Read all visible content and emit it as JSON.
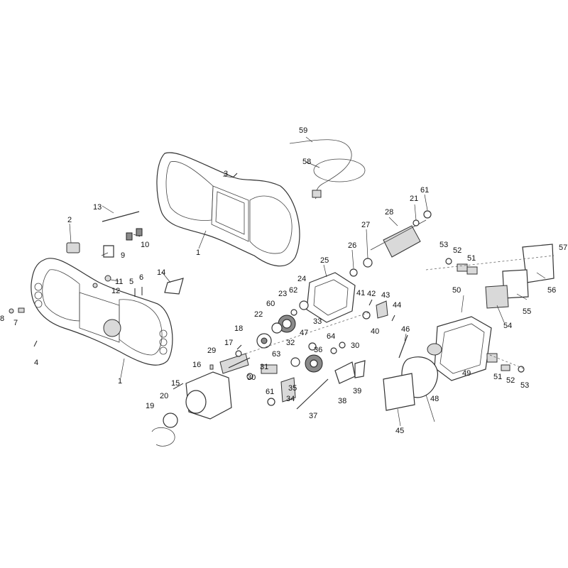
{
  "callouts": [
    {
      "id": "1",
      "text": "1"
    },
    {
      "id": "1b",
      "text": "1"
    },
    {
      "id": "2",
      "text": "2"
    },
    {
      "id": "3",
      "text": "3"
    },
    {
      "id": "4",
      "text": "4"
    },
    {
      "id": "5",
      "text": "5"
    },
    {
      "id": "6",
      "text": "6"
    },
    {
      "id": "7",
      "text": "7"
    },
    {
      "id": "8",
      "text": "8"
    },
    {
      "id": "9",
      "text": "9"
    },
    {
      "id": "10",
      "text": "10"
    },
    {
      "id": "11",
      "text": "11"
    },
    {
      "id": "12",
      "text": "12"
    },
    {
      "id": "13",
      "text": "13"
    },
    {
      "id": "14",
      "text": "14"
    },
    {
      "id": "15",
      "text": "15"
    },
    {
      "id": "16",
      "text": "16"
    },
    {
      "id": "17",
      "text": "17"
    },
    {
      "id": "18",
      "text": "18"
    },
    {
      "id": "19",
      "text": "19"
    },
    {
      "id": "20",
      "text": "20"
    },
    {
      "id": "21",
      "text": "21"
    },
    {
      "id": "22",
      "text": "22"
    },
    {
      "id": "23",
      "text": "23"
    },
    {
      "id": "24",
      "text": "24"
    },
    {
      "id": "25",
      "text": "25"
    },
    {
      "id": "26",
      "text": "26"
    },
    {
      "id": "27",
      "text": "27"
    },
    {
      "id": "28",
      "text": "28"
    },
    {
      "id": "29",
      "text": "29"
    },
    {
      "id": "30",
      "text": "30"
    },
    {
      "id": "30b",
      "text": "30"
    },
    {
      "id": "31",
      "text": "31"
    },
    {
      "id": "32",
      "text": "32"
    },
    {
      "id": "33",
      "text": "33"
    },
    {
      "id": "34",
      "text": "34"
    },
    {
      "id": "35",
      "text": "35"
    },
    {
      "id": "36",
      "text": "36"
    },
    {
      "id": "37",
      "text": "37"
    },
    {
      "id": "38",
      "text": "38"
    },
    {
      "id": "39",
      "text": "39"
    },
    {
      "id": "40",
      "text": "40"
    },
    {
      "id": "41",
      "text": "41"
    },
    {
      "id": "42",
      "text": "42"
    },
    {
      "id": "43",
      "text": "43"
    },
    {
      "id": "44",
      "text": "44"
    },
    {
      "id": "45",
      "text": "45"
    },
    {
      "id": "46",
      "text": "46"
    },
    {
      "id": "47",
      "text": "47"
    },
    {
      "id": "48",
      "text": "48"
    },
    {
      "id": "49",
      "text": "49"
    },
    {
      "id": "50",
      "text": "50"
    },
    {
      "id": "51",
      "text": "51"
    },
    {
      "id": "51b",
      "text": "51"
    },
    {
      "id": "52",
      "text": "52"
    },
    {
      "id": "52b",
      "text": "52"
    },
    {
      "id": "53",
      "text": "53"
    },
    {
      "id": "53b",
      "text": "53"
    },
    {
      "id": "54",
      "text": "54"
    },
    {
      "id": "55",
      "text": "55"
    },
    {
      "id": "56",
      "text": "56"
    },
    {
      "id": "57",
      "text": "57"
    },
    {
      "id": "58",
      "text": "58"
    },
    {
      "id": "59",
      "text": "59"
    },
    {
      "id": "60",
      "text": "60"
    },
    {
      "id": "61",
      "text": "61"
    },
    {
      "id": "61b",
      "text": "61"
    },
    {
      "id": "62",
      "text": "62"
    },
    {
      "id": "63",
      "text": "63"
    },
    {
      "id": "64",
      "text": "64"
    }
  ]
}
